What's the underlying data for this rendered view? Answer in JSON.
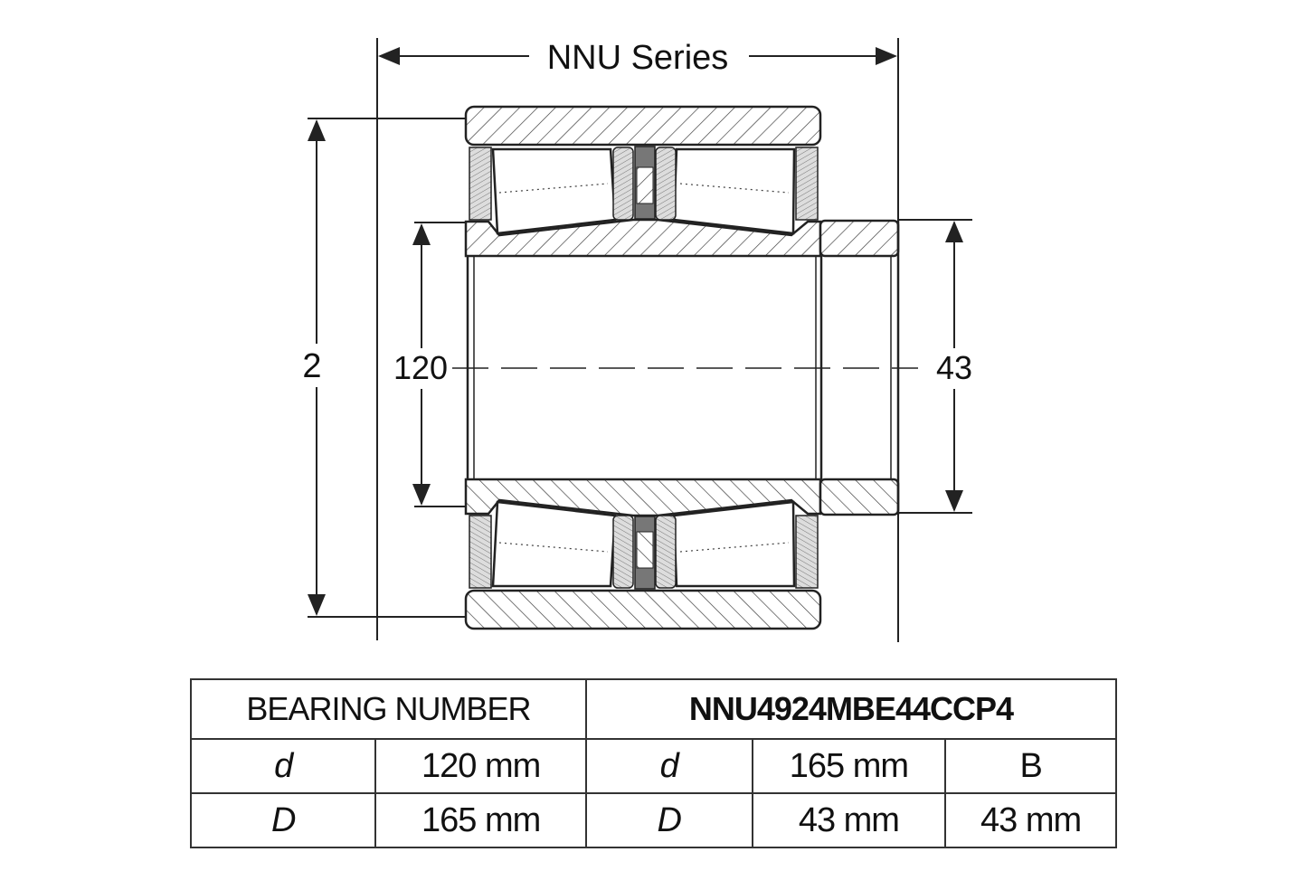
{
  "title": "NNU Series",
  "dimensions": {
    "outer_label": "2",
    "bore_label": "120",
    "width_label": "43"
  },
  "table": {
    "header_label": "BEARING NUMBER",
    "bearing_number": "NNU4924MBE44CCP4",
    "rows": [
      [
        "d",
        "120 mm",
        "d",
        "165 mm",
        "B"
      ],
      [
        "D",
        "165 mm",
        "D",
        "43 mm",
        "43 mm"
      ]
    ]
  }
}
